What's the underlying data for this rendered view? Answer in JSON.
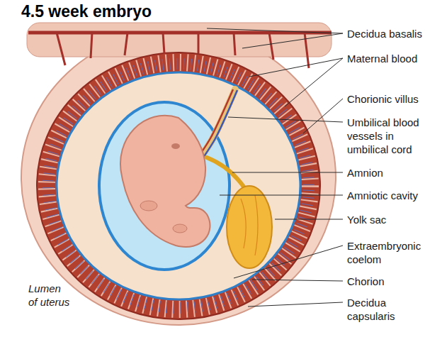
{
  "diagram": {
    "title": "4.5 week embryo",
    "labels": [
      "Decidua basalis",
      "Maternal blood",
      "Chorionic villus",
      "Umbilical blood vessels in umbilical cord",
      "Amnion",
      "Amniotic cavity",
      "Yolk sac",
      "Extraembryonic coelom",
      "Chorion",
      "Decidua capsularis",
      "Lumen of uterus"
    ]
  }
}
